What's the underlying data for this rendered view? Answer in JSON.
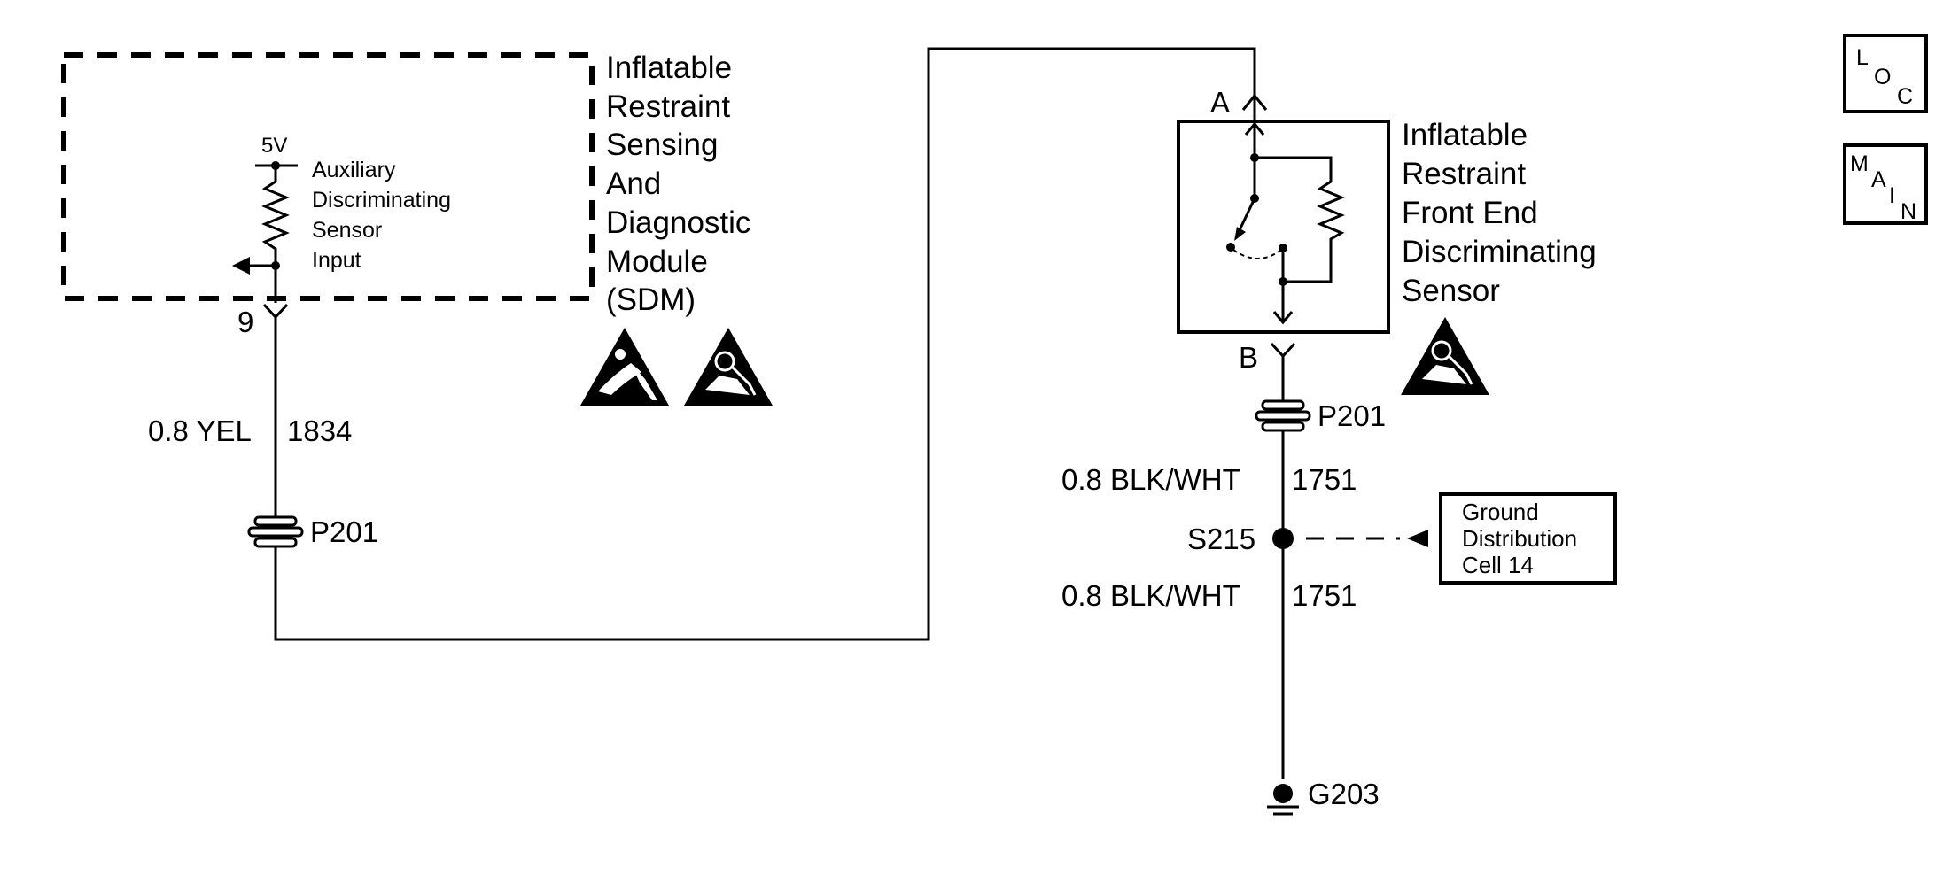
{
  "sdm": {
    "title_lines": [
      "Inflatable",
      "Restraint",
      "Sensing",
      "And",
      "Diagnostic",
      "Module",
      "(SDM)"
    ],
    "voltage": "5V",
    "input_lines": [
      "Auxiliary",
      "Discriminating",
      "Sensor",
      "Input"
    ],
    "pin": "9"
  },
  "wire_left": {
    "gauge_color": "0.8 YEL",
    "circuit": "1834",
    "connector": "P201"
  },
  "sensor": {
    "title_lines": [
      "Inflatable",
      "Restraint",
      "Front End",
      "Discriminating",
      "Sensor"
    ],
    "pin_a": "A",
    "pin_b": "B",
    "connector": "P201"
  },
  "wire_right": {
    "upper_gauge_color": "0.8 BLK/WHT",
    "upper_circuit": "1751",
    "splice": "S215",
    "lower_gauge_color": "0.8 BLK/WHT",
    "lower_circuit": "1751",
    "ground": "G203"
  },
  "ground_ref": {
    "lines": [
      "Ground",
      "Distribution",
      "Cell 14"
    ]
  },
  "nav": {
    "loc": [
      "L",
      "O",
      "C"
    ],
    "main": [
      "M",
      "A",
      "I",
      "N"
    ]
  }
}
